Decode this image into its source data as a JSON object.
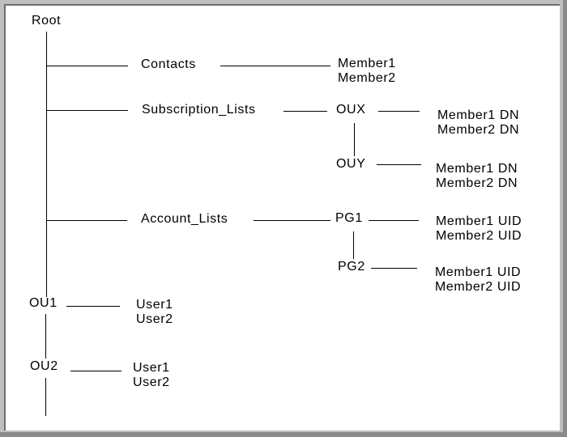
{
  "colors": {
    "page_background": "#bfbfbf",
    "frame_shadow": "#6e6e6e",
    "frame_edge": "#8a8a8a",
    "panel_background": "#ffffff",
    "line_color": "#000000",
    "text_color": "#000000"
  },
  "tree": {
    "root": {
      "label": "Root"
    },
    "branches": [
      {
        "label": "Contacts",
        "members": [
          "Member1",
          "Member2"
        ]
      },
      {
        "label": "Subscription_Lists",
        "children": [
          {
            "label": "OUX",
            "members": [
              "Member1 DN",
              "Member2 DN"
            ]
          },
          {
            "label": "OUY",
            "members": [
              "Member1 DN",
              "Member2 DN"
            ]
          }
        ]
      },
      {
        "label": "Account_Lists",
        "children": [
          {
            "label": "PG1",
            "members": [
              "Member1 UID",
              "Member2 UID"
            ]
          },
          {
            "label": "PG2",
            "members": [
              "Member1 UID",
              "Member2 UID"
            ]
          }
        ]
      },
      {
        "label": "OU1",
        "members": [
          "User1",
          "User2"
        ]
      },
      {
        "label": "OU2",
        "members": [
          "User1",
          "User2"
        ]
      }
    ]
  }
}
